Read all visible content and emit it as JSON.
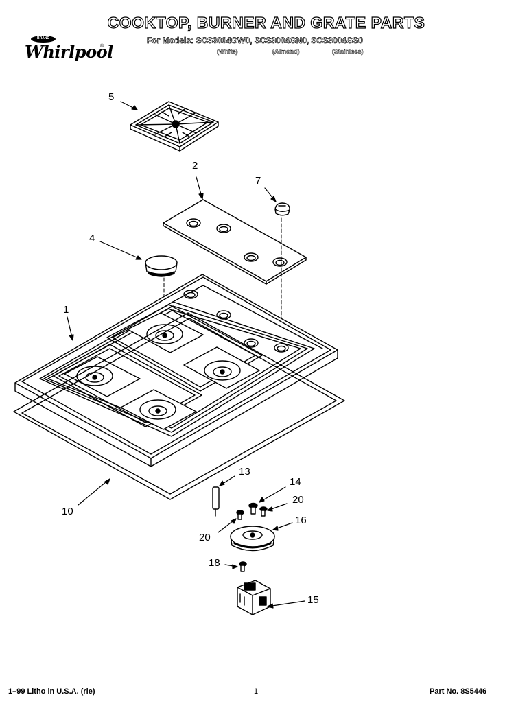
{
  "header": {
    "title": "COOKTOP, BURNER AND GRATE PARTS",
    "models_line": "For Models: SCS3004GW0, SCS3004GN0, SCS3004GS0",
    "variants": [
      "(White)",
      "(Almond)",
      "(Stainless)"
    ]
  },
  "brand": {
    "name": "Whirlpool",
    "registered_mark": "®",
    "tag": "BRAND"
  },
  "callouts": {
    "c1": "1",
    "c2": "2",
    "c4": "4",
    "c5": "5",
    "c7": "7",
    "c10": "10",
    "c13": "13",
    "c14": "14",
    "c15": "15",
    "c16": "16",
    "c18": "18",
    "c20a": "20",
    "c20b": "20"
  },
  "footer": {
    "litho": "1–99 Litho in U.S.A. (rle)",
    "page": "1",
    "part_no": "Part No. 8S5446"
  }
}
